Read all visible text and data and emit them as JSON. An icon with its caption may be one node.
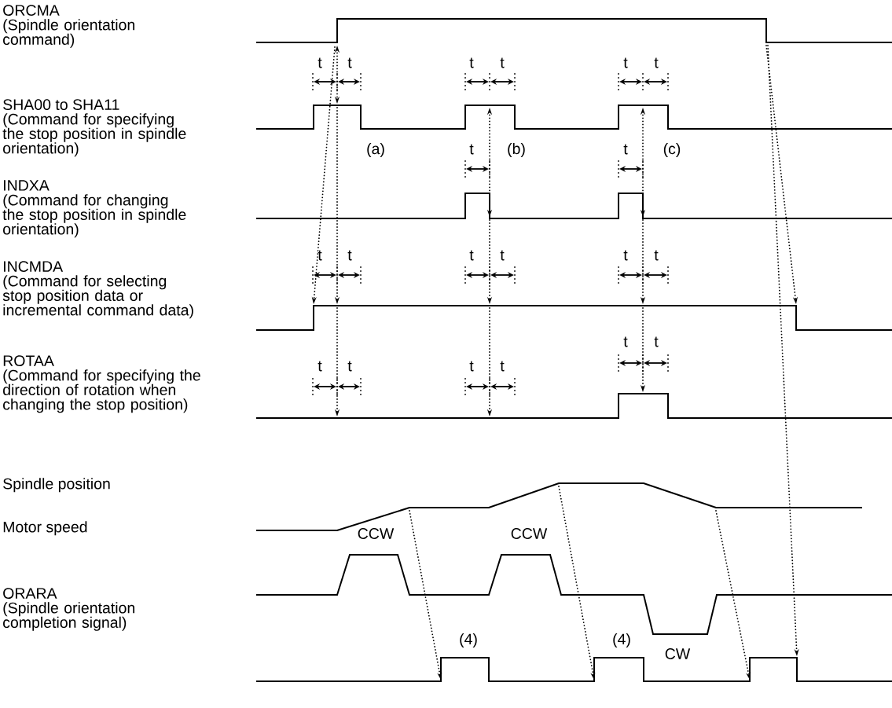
{
  "diagram": {
    "labels": [
      "ORCMA",
      "(Spindle orientation command)",
      "t",
      "t",
      "t",
      "t",
      "t",
      "t",
      "SHA00 to SHA11",
      "(Command for specifying the stop position in spindle orientation)",
      "(a)",
      "t",
      "(b)",
      "t",
      "(c)",
      "INDXA",
      "(Command for changing the stop position in spindle orientation)",
      "t",
      "t",
      "t",
      "t",
      "t",
      "t",
      "INCMDA",
      "(Command for selecting stop position data or incremental command data)",
      "t",
      "t",
      "t",
      "t",
      "t",
      "t",
      "ROTAA",
      "(Command for specifying the direction of rotation when changing the stop position)",
      "Spindle position",
      "CCW",
      "CCW",
      "Motor speed",
      "(4)",
      "(4)",
      "CW",
      "ORARA",
      "(Spindle orientation completion signal)"
    ]
  }
}
